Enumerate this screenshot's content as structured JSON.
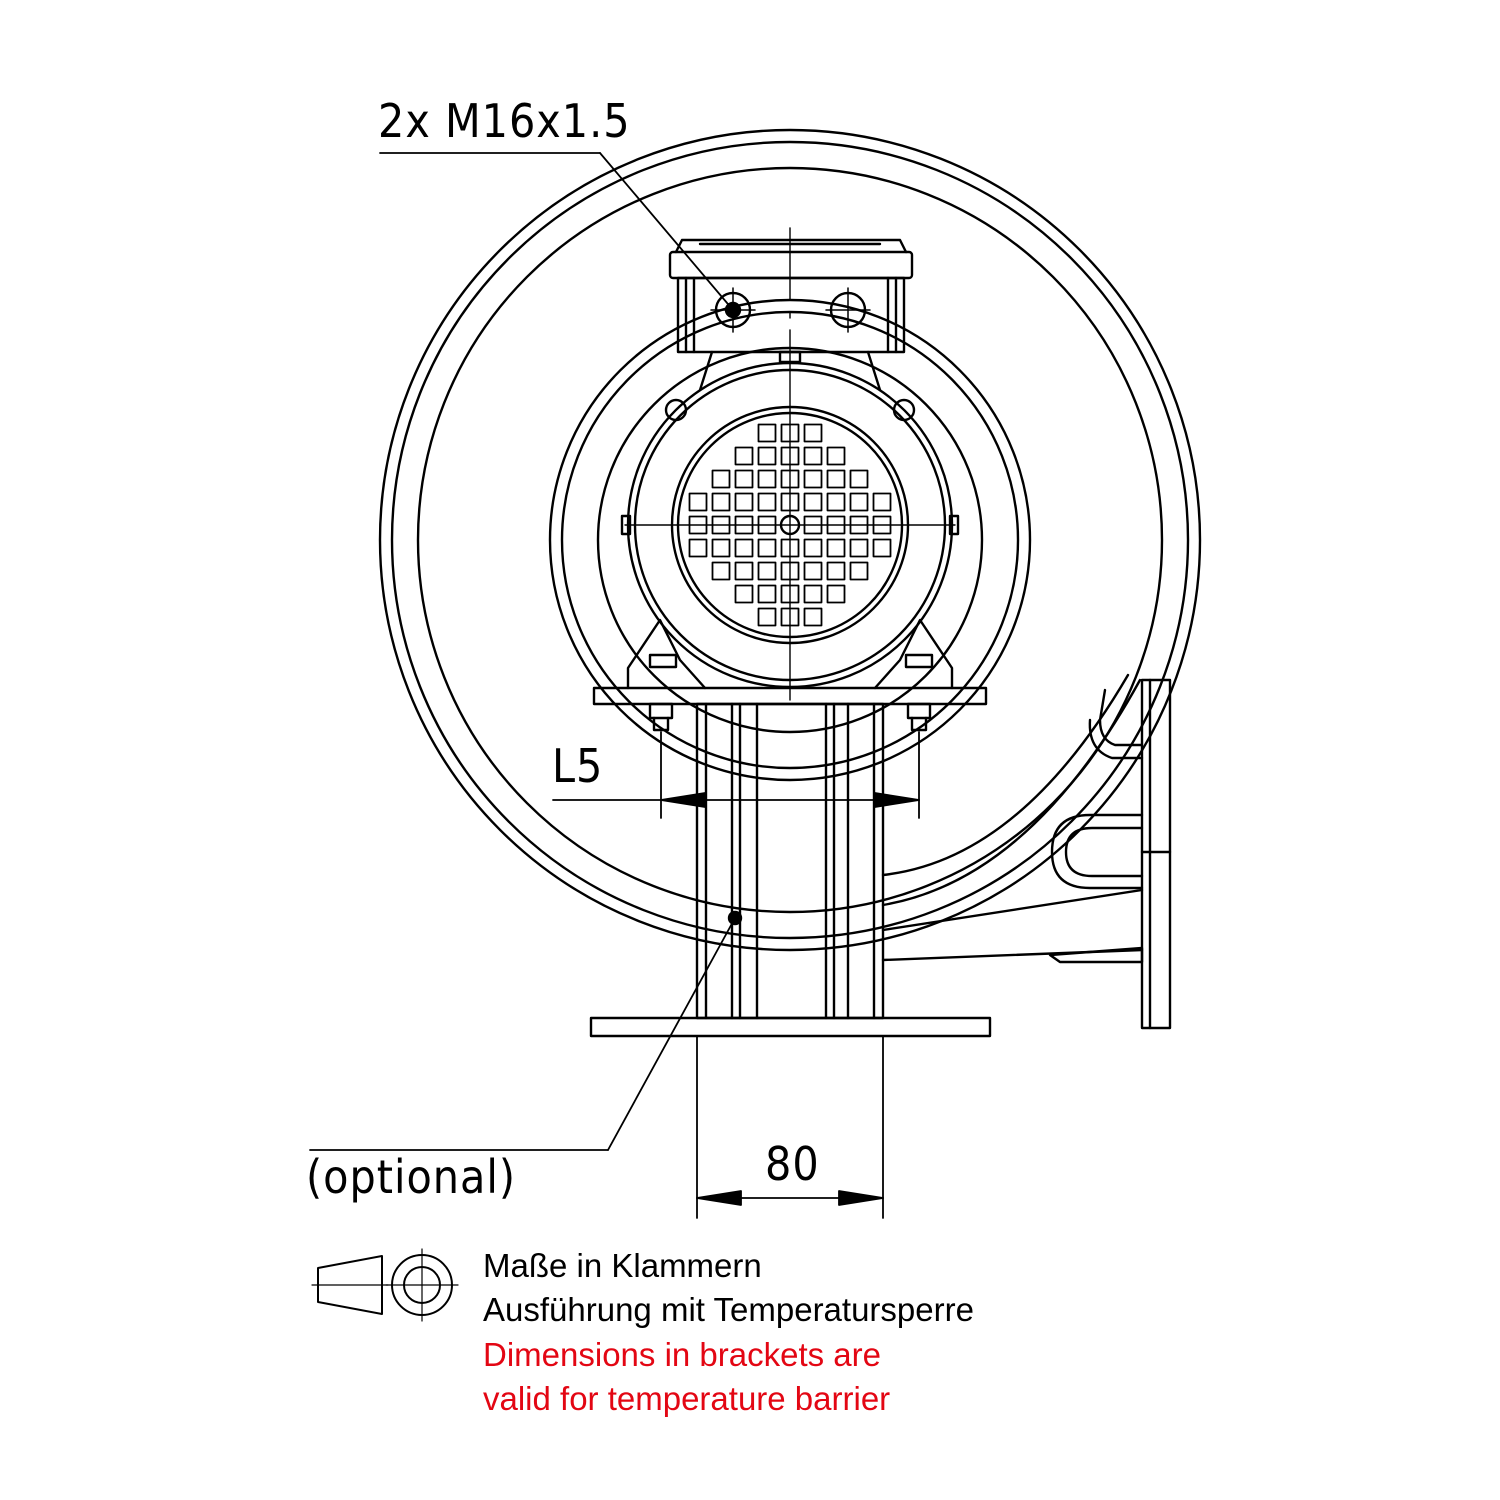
{
  "drawing": {
    "thread_callout": "2x  M16x1.5",
    "dimension_l5": "L5",
    "dimension_80": "80",
    "optional_note": "(optional)"
  },
  "legend": {
    "line1_de": "Maße in Klammern",
    "line2_de": "Ausführung mit Temperatursperre",
    "line3_en": "Dimensions in brackets are",
    "line4_en": "valid for temperature barrier",
    "english_color": "#e30613"
  },
  "projection_symbol": "first-angle-projection-icon"
}
